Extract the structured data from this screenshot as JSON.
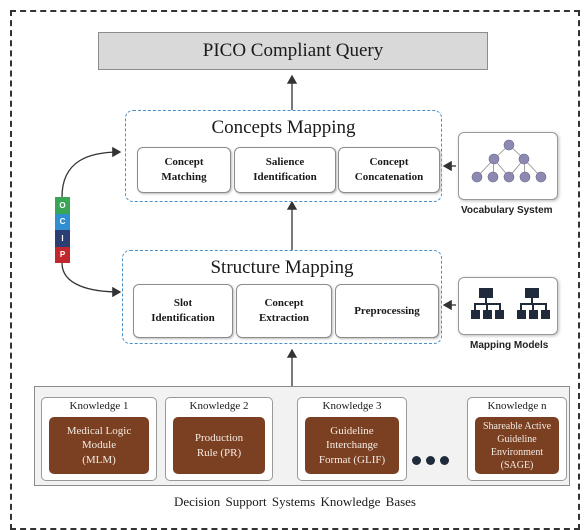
{
  "top": {
    "query_label": "PICO Compliant Query"
  },
  "concepts_mapping": {
    "title": "Concepts Mapping",
    "items": [
      "Concept\nMatching",
      "Salience\nIdentification",
      "Concept\nConcatenation"
    ]
  },
  "structure_mapping": {
    "title": "Structure Mapping",
    "items": [
      "Slot\nIdentification",
      "Concept\nExtraction",
      "Preprocessing"
    ]
  },
  "side_icons": {
    "vocabulary_caption": "Vocabulary System",
    "mapping_caption": "Mapping Models"
  },
  "pico": {
    "letters": [
      "O",
      "C",
      "I",
      "P"
    ],
    "colors": [
      "#3aa655",
      "#2f8fd1",
      "#2b3f73",
      "#c0282e"
    ]
  },
  "knowledge_bases": {
    "footer": "Decision Support Systems Knowledge Bases",
    "items": [
      {
        "title": "Knowledge 1",
        "content": "Medical Logic\nModule\n(MLM)"
      },
      {
        "title": "Knowledge 2",
        "content": "Production\nRule (PR)"
      },
      {
        "title": "Knowledge 3",
        "content": "Guideline\nInterchange\nFormat (GLIF)"
      },
      {
        "title": "Knowledge n",
        "content": "Shareable Active\nGuideline\nEnvironment\n(SAGE)"
      }
    ]
  },
  "colors": {
    "accent_dashed": "#4a8fc7",
    "kb_fill": "#7b3f22",
    "icon_fill": "#1f2a3a"
  }
}
